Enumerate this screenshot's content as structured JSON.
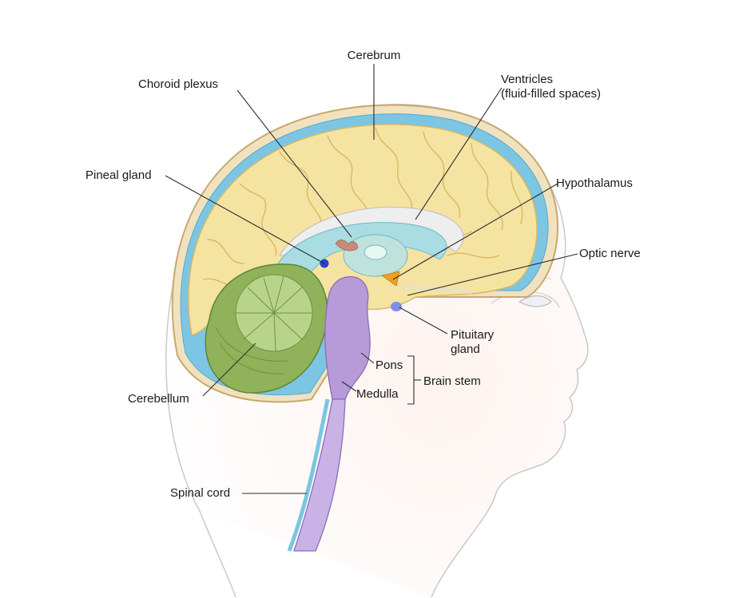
{
  "labels": {
    "cerebrum": "Cerebrum",
    "choroid_plexus": "Choroid plexus",
    "ventricles_1": "Ventricles",
    "ventricles_2": "(fluid-filled spaces)",
    "pineal_gland": "Pineal gland",
    "hypothalamus": "Hypothalamus",
    "optic_nerve": "Optic nerve",
    "pituitary_1": "Pituitary",
    "pituitary_2": "gland",
    "pons": "Pons",
    "brain_stem": "Brain stem",
    "medulla": "Medulla",
    "cerebellum": "Cerebellum",
    "spinal_cord": "Spinal cord"
  },
  "colors": {
    "cerebrum": "#f5e3a1",
    "cerebrum_fold": "#d9b866",
    "meninges": "#dcc08a",
    "csf": "#7cc5e3",
    "ventricle": "#a9dce3",
    "cerebellum": "#8fb25a",
    "brainstem": "#b79ad8",
    "spinal_cord": "#c9b3e6",
    "pineal": "#2a3fd0",
    "hypothalamus": "#f0a020",
    "pituitary": "#7f8ee8",
    "skin_outline": "#c9c9c9"
  }
}
